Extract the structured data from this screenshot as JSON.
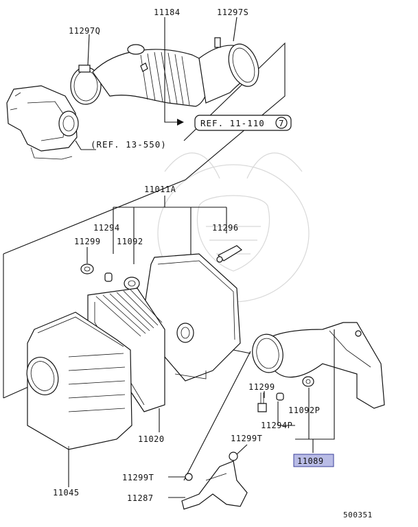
{
  "labels": {
    "p11184": "11184",
    "p11297S": "11297S",
    "p11297Q": "11297Q",
    "ref1": "REF. 11-110",
    "ref1_circle": "7",
    "ref2": "(REF. 13-550)",
    "p11011A": "11011A",
    "p11294": "11294",
    "p11296": "11296",
    "p11299": "11299",
    "p11092": "11092",
    "p11020": "11020",
    "p11045": "11045",
    "p11299b": "11299",
    "p11092P": "11092P",
    "p11294P": "11294P",
    "p11299T": "11299T",
    "p11089": "11089",
    "p11299T2": "11299T",
    "p11287": "11287",
    "code": "500351"
  },
  "colors": {
    "highlight": "#b9bce6",
    "highlight_border": "#3a3f9a"
  }
}
